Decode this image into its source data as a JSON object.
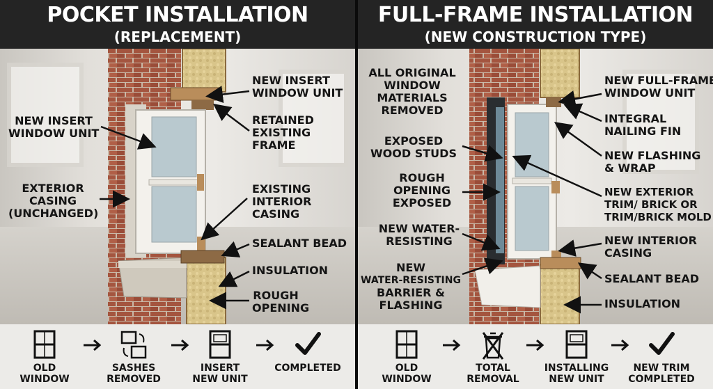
{
  "left": {
    "title": "POCKET INSTALLATION",
    "subtitle": "(REPLACEMENT)",
    "labels": {
      "new_insert_window_unit_top": [
        "NEW INSERT",
        "WINDOW UNIT"
      ],
      "retained_existing_frame": [
        "RETAINED",
        "EXISTING",
        "FRAME"
      ],
      "existing_interior_casing": [
        "EXISTING",
        "INTERIOR",
        "CASING"
      ],
      "sealant_bead": [
        "SEALANT BEAD"
      ],
      "insulation": [
        "INSULATION"
      ],
      "rough_opening": [
        "ROUGH",
        "OPENING"
      ],
      "new_insert_window_unit_left": [
        "NEW INSERT",
        "WINDOW UNIT"
      ],
      "exterior_casing": [
        "EXTERIOR",
        "CASING",
        "(UNCHANGED)"
      ]
    },
    "steps": [
      {
        "icon": "old-window-icon",
        "caption": [
          "OLD",
          "WINDOW"
        ]
      },
      {
        "icon": "sashes-removed-icon",
        "caption": [
          "SASHES",
          "REMOVED"
        ]
      },
      {
        "icon": "insert-window-icon",
        "caption": [
          "INSERT",
          "NEW UNIT"
        ]
      },
      {
        "icon": "checkmark-icon",
        "caption": [
          "COMPLETED"
        ]
      }
    ]
  },
  "right": {
    "title": "FULL-FRAME INSTALLATION",
    "subtitle": "(NEW CONSTRUCTION TYPE)",
    "labels": {
      "all_original_removed": [
        "ALL ORIGINAL",
        "WINDOW",
        "MATERIALS",
        "REMOVED"
      ],
      "exposed_wood_studs": [
        "EXPOSED",
        "WOOD STUDS"
      ],
      "rough_opening_exposed": [
        "ROUGH",
        "OPENING",
        "EXPOSED"
      ],
      "new_water_resisting": [
        "NEW WATER-",
        "RESISTING"
      ],
      "new_water_resisting_barrier": [
        "NEW",
        "WATER-RESISTING",
        "BARRIER &",
        "FLASHING"
      ],
      "new_full_frame_window_unit": [
        "NEW FULL-FRAME",
        "WINDOW UNIT"
      ],
      "integral_nailing_fin": [
        "INTEGRAL",
        "NAILING FIN"
      ],
      "new_flashing_wrap": [
        "NEW FLASHING",
        "& WRAP"
      ],
      "new_exterior_trim": [
        "NEW EXTERIOR",
        "TRIM/ BRICK OR",
        "TRIM/BRICK MOLD"
      ],
      "new_interior_casing": [
        "NEW INTERIOR",
        "CASING"
      ],
      "sealant_bead": [
        "SEALANT BEAD"
      ],
      "insulation": [
        "INSULATION"
      ]
    },
    "steps": [
      {
        "icon": "old-window-icon",
        "caption": [
          "OLD",
          "WINDOW"
        ]
      },
      {
        "icon": "total-removal-icon",
        "caption": [
          "TOTAL",
          "REMOVAL"
        ]
      },
      {
        "icon": "installing-window-icon",
        "caption": [
          "INSTALLING",
          "NEW UNIT"
        ]
      },
      {
        "icon": "checkmark-icon",
        "caption": [
          "NEW TRIM",
          "COMPLETED"
        ]
      }
    ]
  },
  "colors": {
    "header_bg": "#242424",
    "brick": "#a4553f",
    "mortar": "#c9b9a8",
    "insulation": "#d9c58a",
    "wood": "#b98d5b",
    "window_frame": "#f3f1ec",
    "glass": "#b9c9cf",
    "stone_sill": "#cfc9bd"
  }
}
